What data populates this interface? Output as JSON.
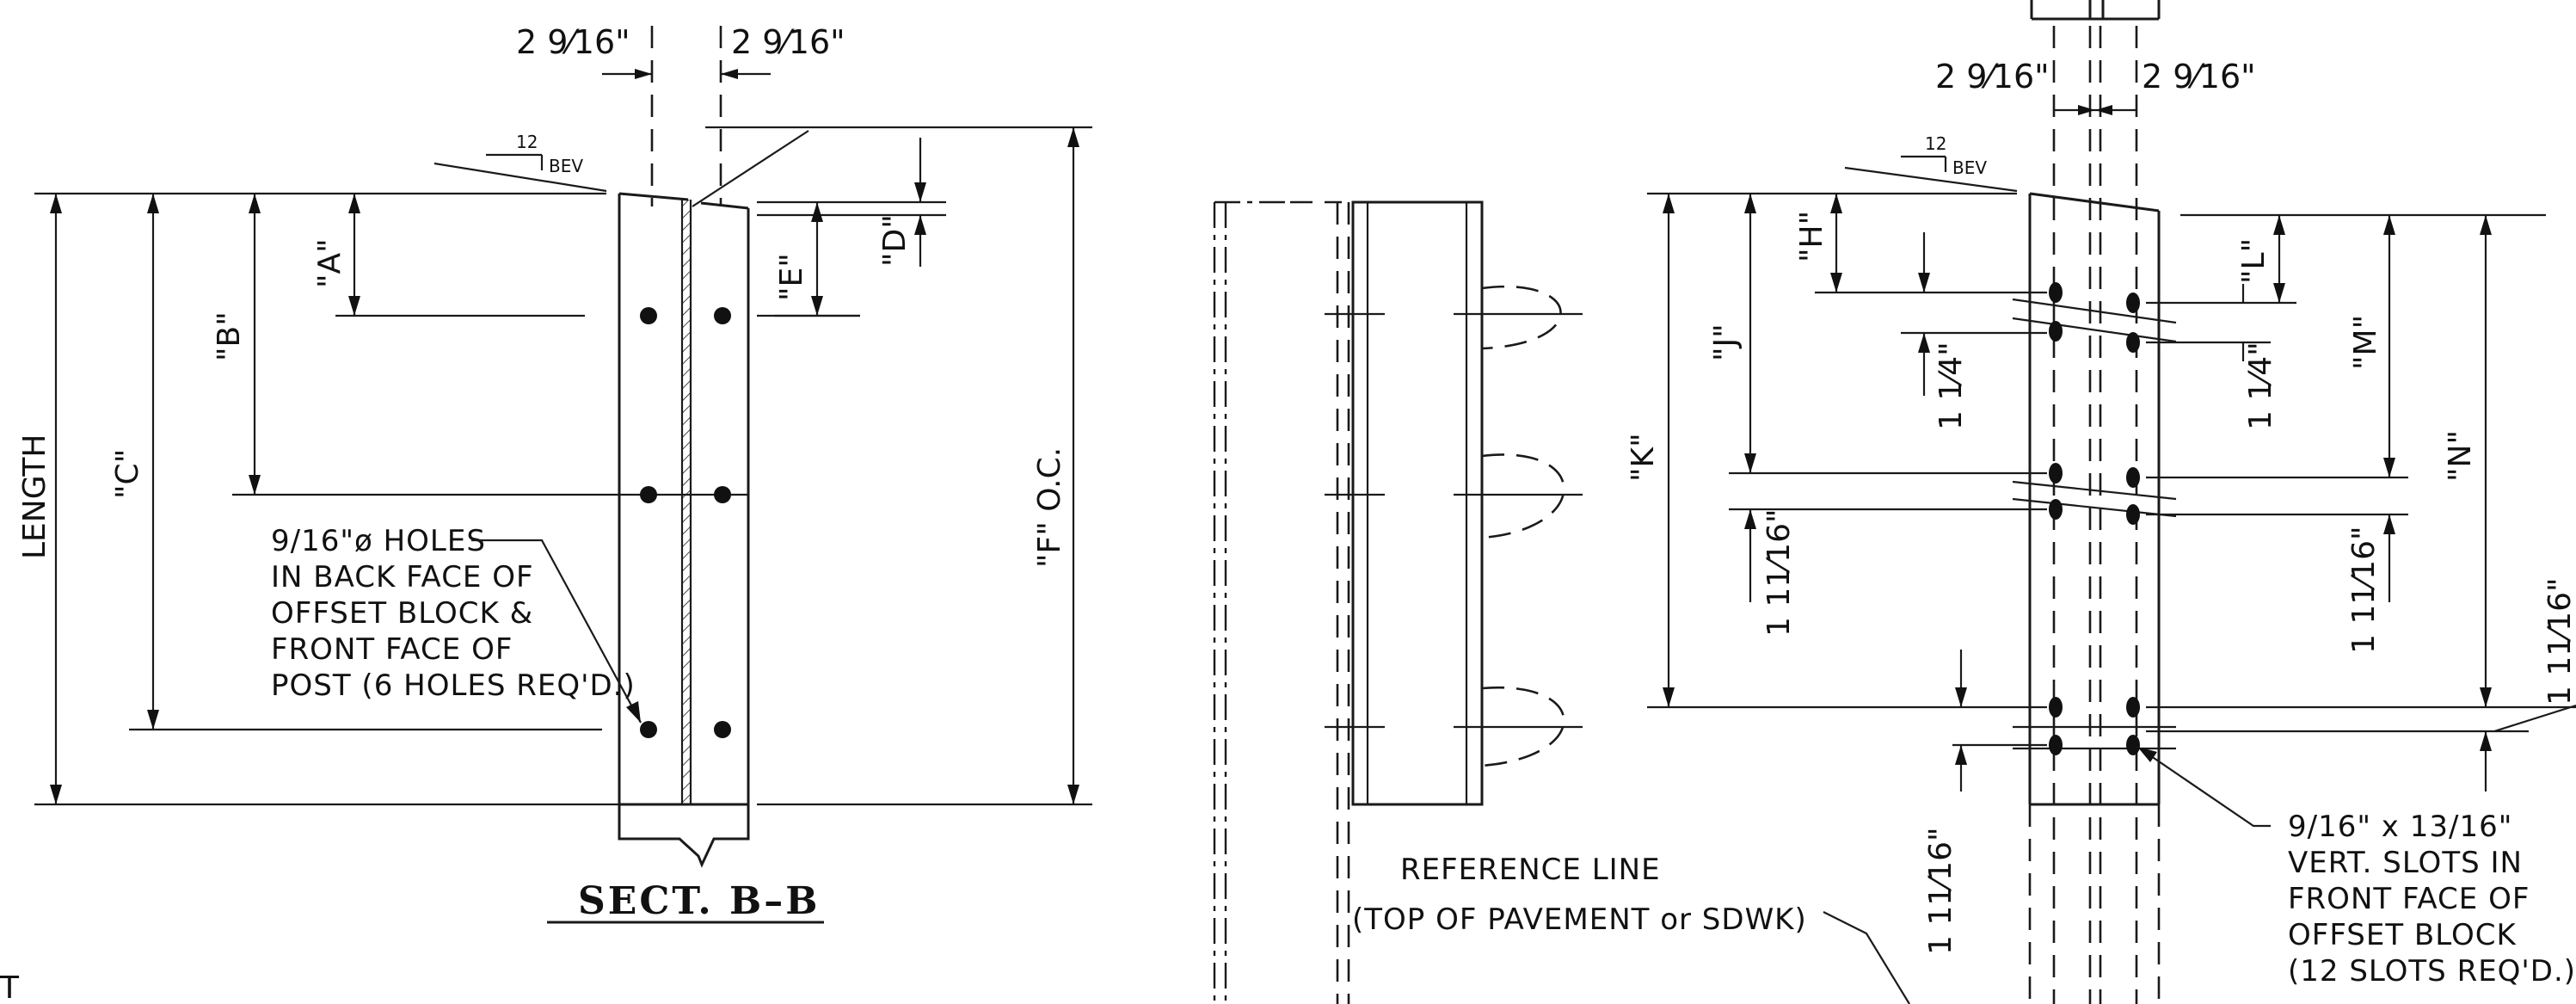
{
  "sections": {
    "left": {
      "title": "SECT. B–B",
      "dim_top_left": "2 9⁄16\"",
      "dim_top_right": "2 9⁄16\"",
      "bevel": {
        "rise": "12",
        "label": "BEV"
      },
      "dims": {
        "A": "\"A\"",
        "B": "\"B\"",
        "C": "\"C\"",
        "D": "\"D\"",
        "E": "\"E\"",
        "F": "\"F\" O.C.",
        "length": "LENGTH"
      },
      "hole_note": [
        "9/16\"ø HOLES",
        "IN BACK FACE OF",
        "OFFSET BLOCK &",
        "FRONT FACE OF",
        "POST (6 HOLES REQ'D.)"
      ]
    },
    "middle": {
      "reference_line": [
        "REFERENCE LINE",
        "(TOP OF PAVEMENT or SDWK)"
      ]
    },
    "right": {
      "dim_top_left": "2 9⁄16\"",
      "dim_top_right": "2 9⁄16\"",
      "bevel": {
        "rise": "12",
        "label": "BEV"
      },
      "dims": {
        "H": "\"H\"",
        "J": "\"J\"",
        "K": "\"K\"",
        "L": "\"L\"",
        "M": "\"M\"",
        "N": "\"N\"",
        "quarter_left": "1 1⁄4\"",
        "quarter_right": "1 1⁄4\"",
        "sixteenth_left": "1 11⁄16\"",
        "sixteenth_right": "1 11⁄16\"",
        "sixteenth_far": "1 11⁄16\"",
        "sixteenth_bottom": "1 11⁄16\""
      },
      "slot_note": [
        "9/16\" x 13/16\"",
        "VERT. SLOTS IN",
        "FRONT FACE OF",
        "OFFSET BLOCK",
        "(12 SLOTS REQ'D.)"
      ]
    },
    "edge_fragment": "T"
  }
}
